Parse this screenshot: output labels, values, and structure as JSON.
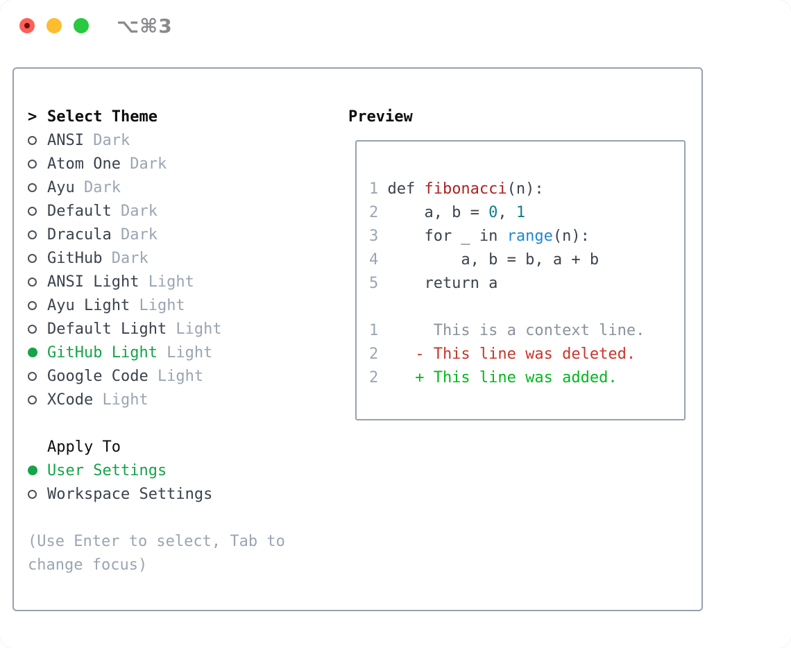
{
  "window": {
    "title": "⌥⌘3"
  },
  "colors": {
    "text": "#3a424c",
    "heading": "#0d0d0d",
    "muted": "#9aa5b2",
    "border": "#98a1ad",
    "selected_green": "#16a34a",
    "added_green": "#00b81c",
    "deleted_red": "#c9352a",
    "function_red": "#ac241f",
    "number_teal": "#0e7f85",
    "builtin_blue": "#1e87d1",
    "lineno": "#9aa5b2",
    "context_gray": "#8a929c",
    "title_gray": "#8a8a8e",
    "traffic_red": "#ff5f57",
    "traffic_yellow": "#febc2e",
    "traffic_green": "#28c840"
  },
  "theme_panel": {
    "header": {
      "prompt": ">",
      "label": "Select Theme"
    },
    "themes": [
      {
        "name": "ANSI",
        "tag": "Dark",
        "selected": false
      },
      {
        "name": "Atom One",
        "tag": "Dark",
        "selected": false
      },
      {
        "name": "Ayu",
        "tag": "Dark",
        "selected": false
      },
      {
        "name": "Default",
        "tag": "Dark",
        "selected": false
      },
      {
        "name": "Dracula",
        "tag": "Dark",
        "selected": false
      },
      {
        "name": "GitHub",
        "tag": "Dark",
        "selected": false
      },
      {
        "name": "ANSI Light",
        "tag": "Light",
        "selected": false
      },
      {
        "name": "Ayu Light",
        "tag": "Light",
        "selected": false
      },
      {
        "name": "Default Light",
        "tag": "Light",
        "selected": false
      },
      {
        "name": "GitHub Light",
        "tag": "Light",
        "selected": true
      },
      {
        "name": "Google Code",
        "tag": "Light",
        "selected": false
      },
      {
        "name": "XCode",
        "tag": "Light",
        "selected": false
      }
    ],
    "apply_to": {
      "label": "Apply To",
      "options": [
        {
          "name": "User Settings",
          "selected": true
        },
        {
          "name": "Workspace Settings",
          "selected": false
        }
      ]
    },
    "help": [
      "(Use Enter to select, Tab to",
      "change focus)"
    ]
  },
  "preview": {
    "label": "Preview",
    "lines": [
      {
        "no": "1",
        "segments": [
          {
            "t": "def ",
            "c": "text"
          },
          {
            "t": "fibonacci",
            "c": "function"
          },
          {
            "t": "(n):",
            "c": "text"
          }
        ]
      },
      {
        "no": "2",
        "segments": [
          {
            "t": "    a, b = ",
            "c": "text"
          },
          {
            "t": "0",
            "c": "number"
          },
          {
            "t": ", ",
            "c": "text"
          },
          {
            "t": "1",
            "c": "number"
          }
        ]
      },
      {
        "no": "3",
        "segments": [
          {
            "t": "    for _ in ",
            "c": "text"
          },
          {
            "t": "range",
            "c": "builtin"
          },
          {
            "t": "(n):",
            "c": "text"
          }
        ]
      },
      {
        "no": "4",
        "segments": [
          {
            "t": "        a, b = b, a + b",
            "c": "text"
          }
        ]
      },
      {
        "no": "5",
        "segments": [
          {
            "t": "    return a",
            "c": "text"
          }
        ]
      },
      {
        "no": "",
        "segments": []
      },
      {
        "no": "1",
        "segments": [
          {
            "t": "     This is a context line.",
            "c": "context"
          }
        ]
      },
      {
        "no": "2",
        "segments": [
          {
            "t": "   - This line was deleted.",
            "c": "deleted"
          }
        ]
      },
      {
        "no": "2",
        "segments": [
          {
            "t": "   + This line was added.",
            "c": "added"
          }
        ]
      }
    ]
  }
}
